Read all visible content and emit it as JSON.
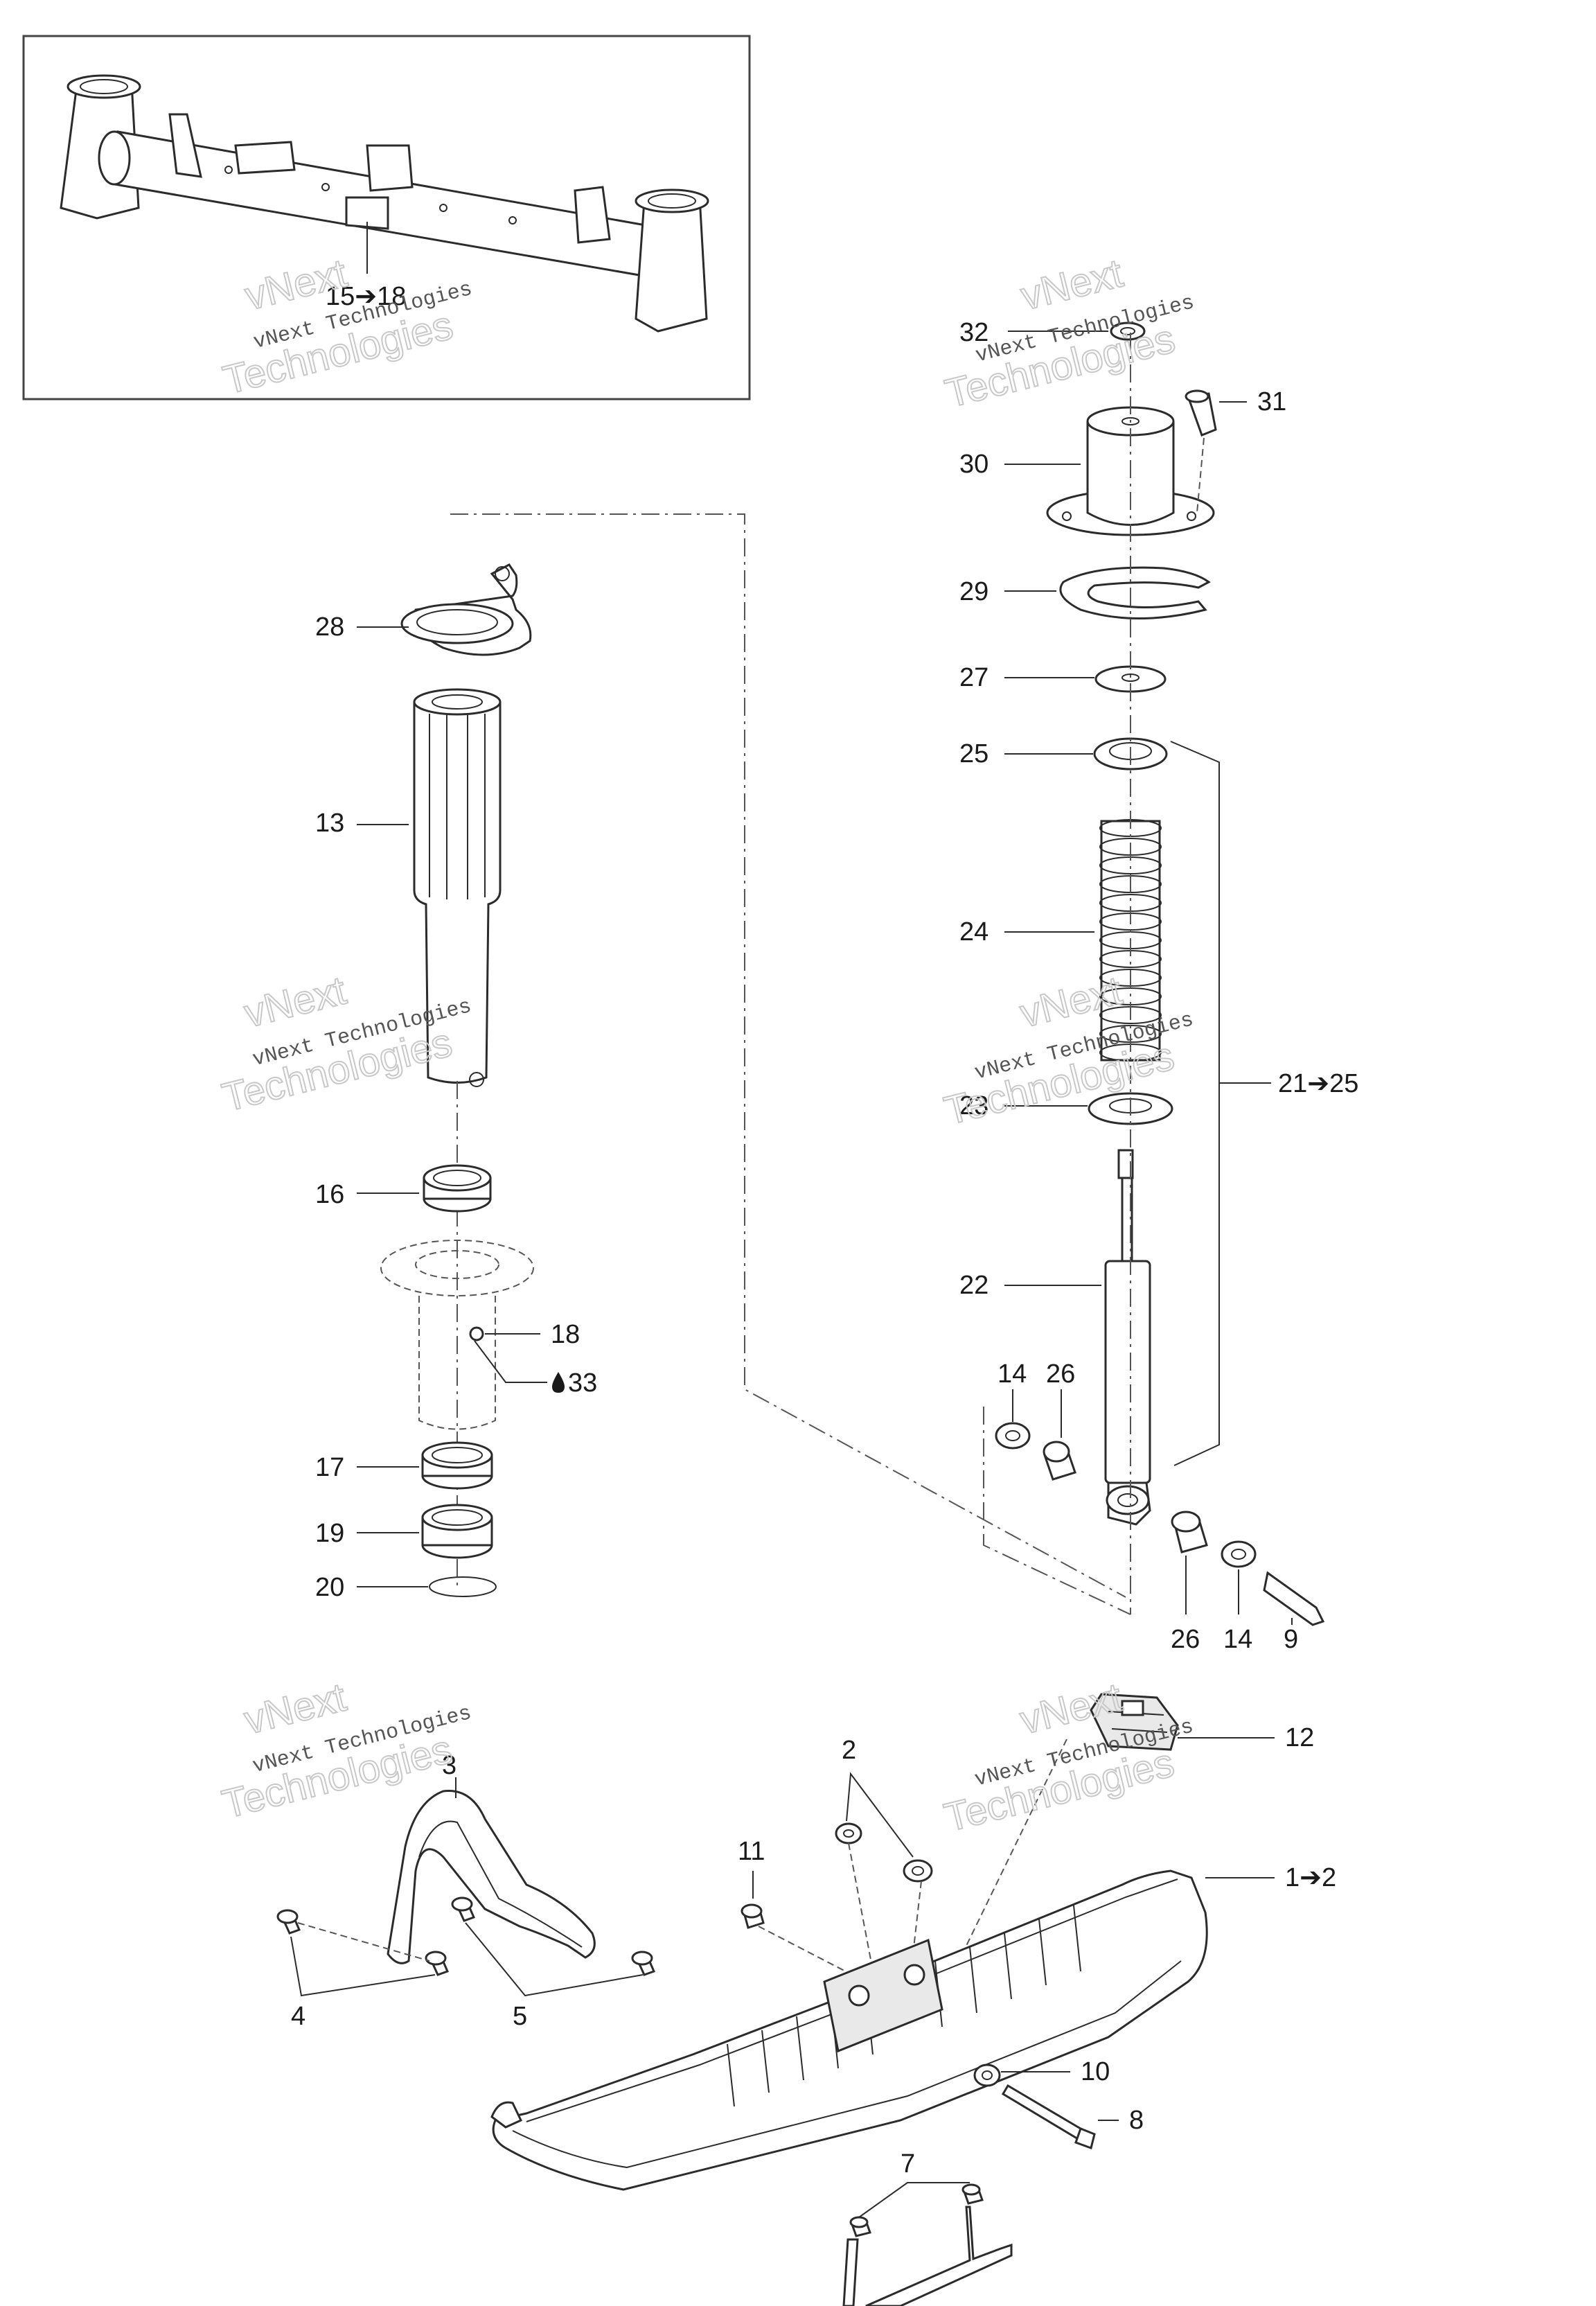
{
  "callouts": {
    "c15_18": "15➔18",
    "c32": "32",
    "c31": "31",
    "c30": "30",
    "c29": "29",
    "c27": "27",
    "c25": "25",
    "c24": "24",
    "c21_25": "21➔25",
    "c23": "23",
    "c22": "22",
    "c14a": "14",
    "c26a": "26",
    "c26b": "26",
    "c14b": "14",
    "c9": "9",
    "c28": "28",
    "c13": "13",
    "c16": "16",
    "c18": "18",
    "c33": "33",
    "c17": "17",
    "c19": "19",
    "c20": "20",
    "c12": "12",
    "c3": "3",
    "c2": "2",
    "c11": "11",
    "c1_2": "1➔2",
    "c4": "4",
    "c5": "5",
    "c10": "10",
    "c8": "8",
    "c7": "7"
  },
  "watermark": {
    "line1": "vNext Technologies",
    "line2": "vNext",
    "line3": "Technologies"
  },
  "icons": {
    "drop_icon": "drop-icon",
    "arrow_icon": "right-arrow-icon"
  }
}
